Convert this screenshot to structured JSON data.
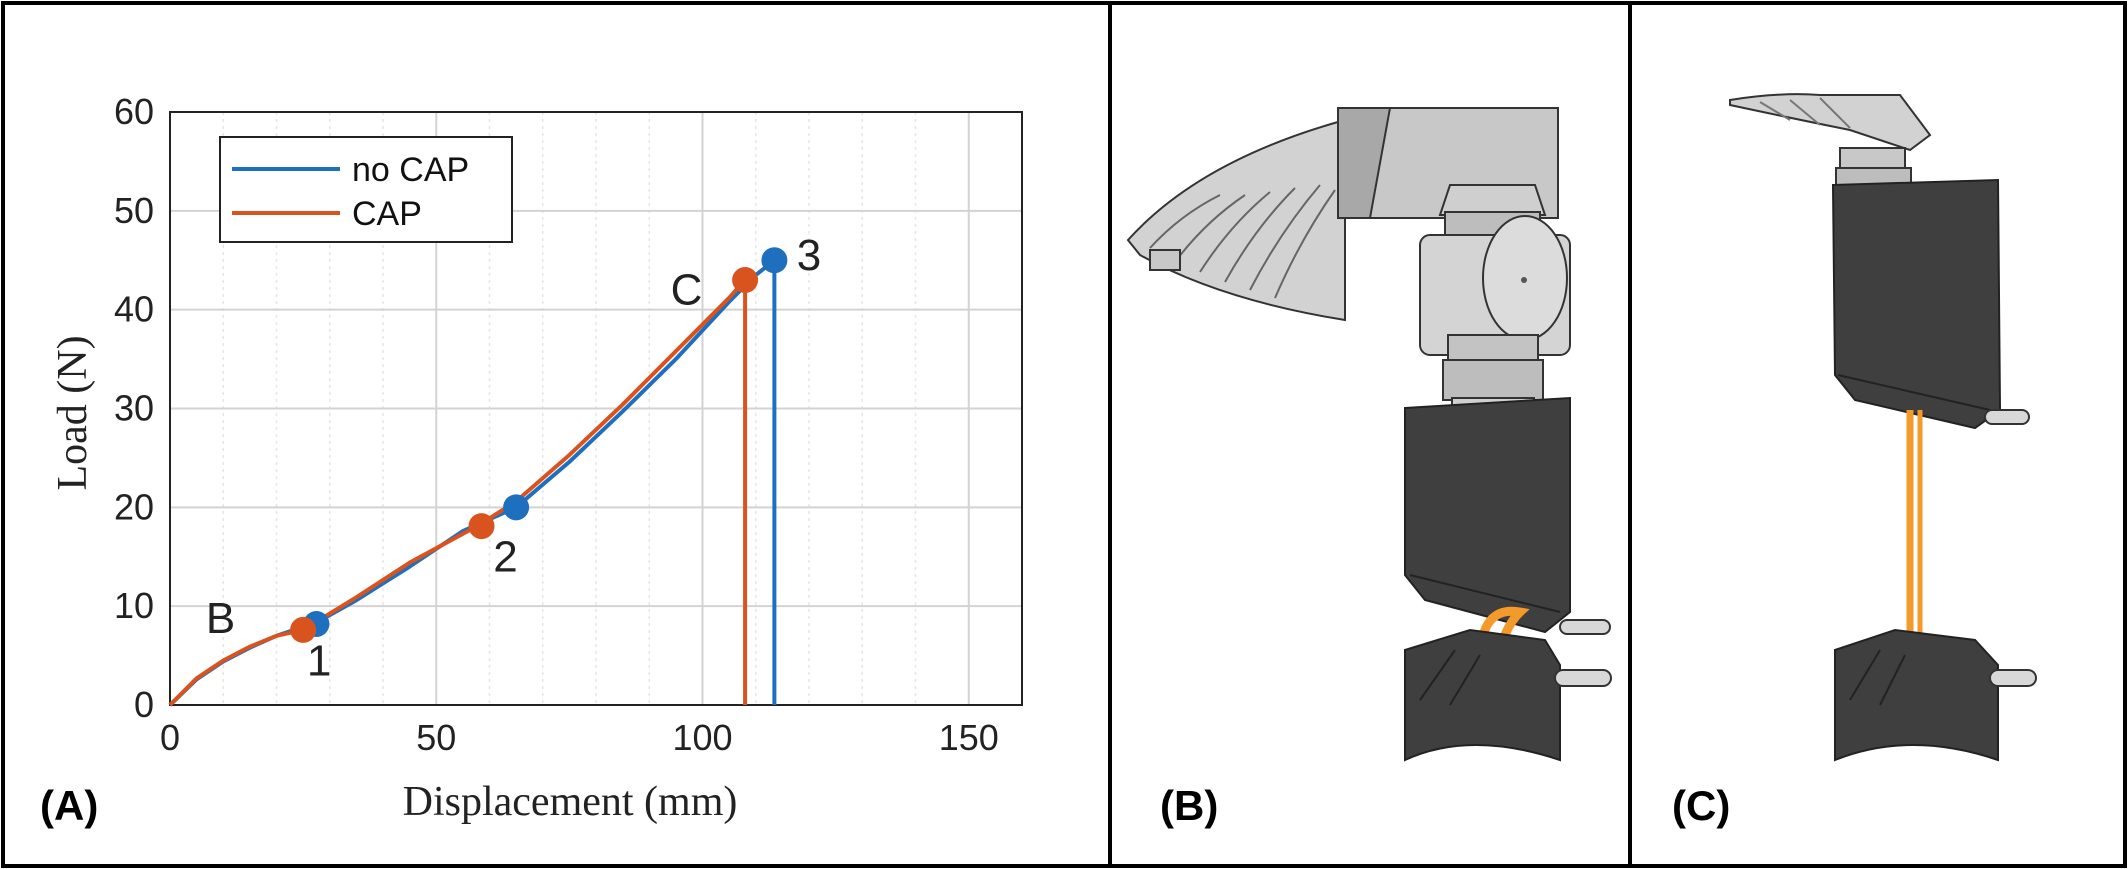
{
  "panels": {
    "a_label": "(A)",
    "b_label": "(B)",
    "c_label": "(C)"
  },
  "colors": {
    "no_cap": "#1f6fbf",
    "cap": "#d9531e",
    "grid": "#d3d3d3",
    "grid_minor": "#e6e6e6",
    "metal": "#d2d2d2",
    "clamp": "#3f3f3f",
    "suture": "#f39a2b"
  },
  "chart_data": {
    "type": "line",
    "xlabel": "Displacement (mm)",
    "ylabel": "Load (N)",
    "xlim": [
      0,
      160
    ],
    "ylim": [
      0,
      60
    ],
    "xticks": [
      0,
      50,
      100,
      150
    ],
    "yticks": [
      0,
      10,
      20,
      30,
      40,
      50,
      60
    ],
    "grid": true,
    "legend_position": "top-left",
    "series": [
      {
        "name": "no CAP",
        "color_key": "no_cap",
        "x": [
          0,
          5,
          10,
          15,
          20,
          25,
          27,
          35,
          45,
          55,
          65,
          75,
          85,
          95,
          105,
          110,
          113.5,
          113.5
        ],
        "y": [
          0,
          2.6,
          4.4,
          5.8,
          7.0,
          7.9,
          8.2,
          10.6,
          14.0,
          17.6,
          20.0,
          24.6,
          29.7,
          35.0,
          40.8,
          43.5,
          45.0,
          0
        ]
      },
      {
        "name": "CAP",
        "color_key": "cap",
        "x": [
          0,
          5,
          10,
          15,
          20,
          25,
          35,
          45,
          58,
          65,
          75,
          85,
          95,
          105,
          108,
          108
        ],
        "y": [
          0,
          2.7,
          4.5,
          5.9,
          7.0,
          7.6,
          10.9,
          14.4,
          18.2,
          20.6,
          25.3,
          30.4,
          35.8,
          41.2,
          43.0,
          0
        ]
      }
    ],
    "markers": [
      {
        "x": 27.5,
        "y": 8.2,
        "color_key": "no_cap"
      },
      {
        "x": 25,
        "y": 7.6,
        "color_key": "cap"
      },
      {
        "x": 58.5,
        "y": 18.1,
        "color_key": "cap"
      },
      {
        "x": 65,
        "y": 20.0,
        "color_key": "no_cap"
      },
      {
        "x": 108,
        "y": 43.0,
        "color_key": "cap"
      },
      {
        "x": 113.5,
        "y": 45.0,
        "color_key": "no_cap"
      }
    ],
    "annotations": [
      {
        "text": "B",
        "x": 9.5,
        "y": 7.3
      },
      {
        "text": "1",
        "x": 28,
        "y": 3.0
      },
      {
        "text": "2",
        "x": 63,
        "y": 13.5
      },
      {
        "text": "C",
        "x": 97,
        "y": 40.5
      },
      {
        "text": "3",
        "x": 120,
        "y": 44.0
      }
    ]
  }
}
